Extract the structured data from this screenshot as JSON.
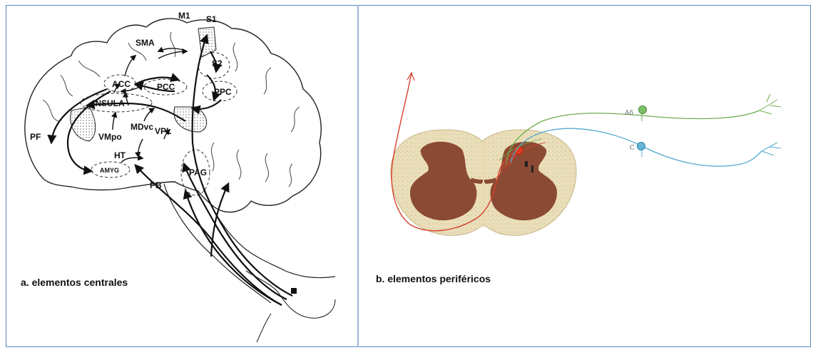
{
  "panel_a": {
    "caption": "a. elementos centrales",
    "labels": {
      "m1": "M1",
      "s1": "S1",
      "sma": "SMA",
      "s2": "S2",
      "acc": "ACC",
      "pcc": "PCC",
      "ppc": "PPC",
      "insula": "INSULA",
      "pf": "PF",
      "vmpo": "VMpo",
      "mdvc": "MDvc",
      "vpl": "VPL",
      "ht": "HT",
      "pag": "PAG",
      "amyg": "AMYG",
      "pb": "PB"
    }
  },
  "panel_b": {
    "caption": "b. elementos periféricos",
    "labels": {
      "a_delta": "Aδ",
      "c_fiber": "C"
    },
    "colors": {
      "a_delta_fiber": "#6fae4f",
      "c_fiber": "#56a9cf",
      "projection": "#d6402c",
      "gray_matter": "#8b4a33",
      "white_matter": "#e9dcb2"
    }
  }
}
